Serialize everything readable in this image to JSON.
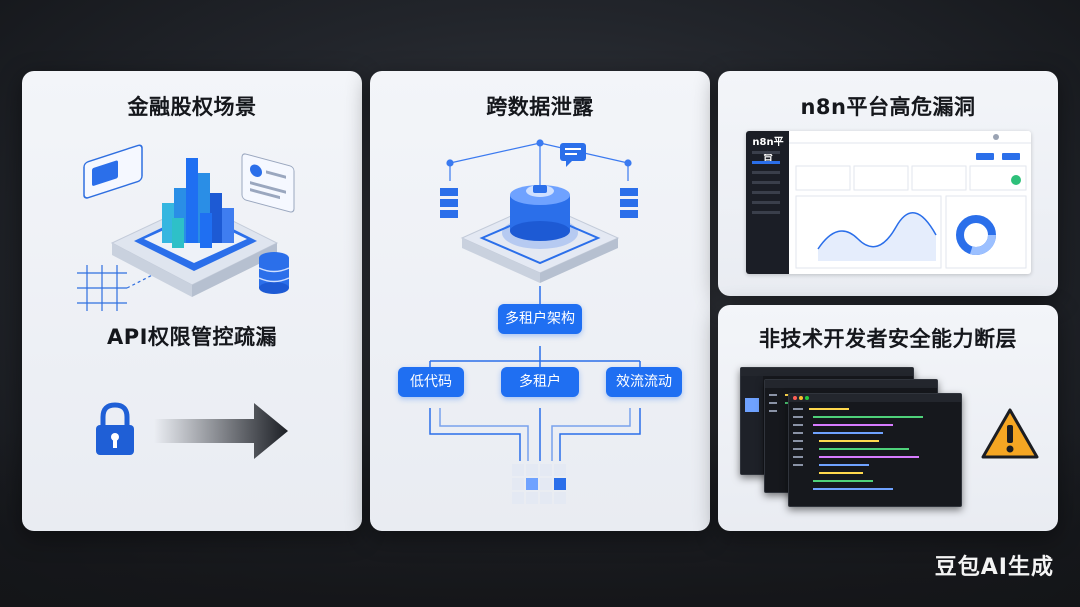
{
  "panels": {
    "finance": {
      "title": "金融股权场景",
      "subtitle": "API权限管控疏漏"
    },
    "leak": {
      "title": "跨数据泄露",
      "top_node": "多租户架构",
      "children": [
        "低代码",
        "多租户",
        "效流流动"
      ]
    },
    "n8n": {
      "title": "n8n平台高危漏洞",
      "logo": "n8n平台"
    },
    "skills": {
      "title": "非技术开发者安全能力断层"
    }
  },
  "watermark": "豆包AI生成",
  "colors": {
    "accent": "#1f6ff2",
    "warning": "#f5a623",
    "lock": "#1f5fd6"
  },
  "icons": [
    "lock-icon",
    "arrow-right-icon",
    "warning-icon",
    "database-icon",
    "chat-icon"
  ]
}
